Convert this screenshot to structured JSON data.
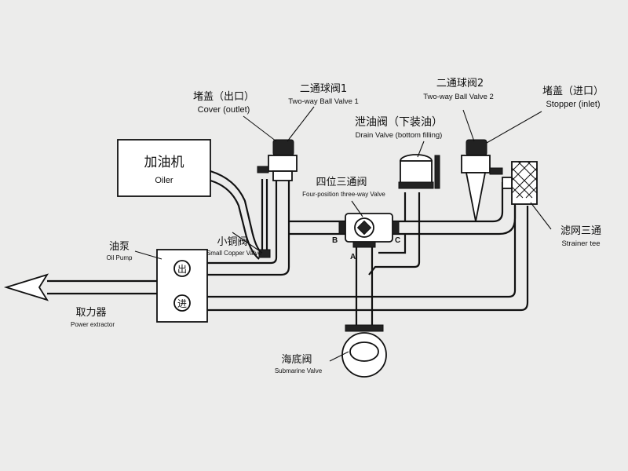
{
  "labels": {
    "cover_outlet": {
      "zh": "堵盖（出口）",
      "en": "Cover (outlet)"
    },
    "ball_valve_1": {
      "zh": "二通球阀1",
      "en": "Two-way Ball Valve 1"
    },
    "ball_valve_2": {
      "zh": "二通球阀2",
      "en": "Two-way Ball Valve 2"
    },
    "stopper_inlet": {
      "zh": "堵盖（进口）",
      "en": "Stopper (inlet)"
    },
    "drain_valve": {
      "zh": "泄油阀（下装油）",
      "en": "Drain Valve (bottom filling)"
    },
    "four_way": {
      "zh": "四位三通阀",
      "en": "Four-position three-way Valve"
    },
    "oiler": {
      "zh": "加油机",
      "en": "Oiler"
    },
    "oil_pump": {
      "zh": "油泵",
      "en": "Oil Pump"
    },
    "copper_valve": {
      "zh": "小铜阀",
      "en": "Small Copper Valve"
    },
    "strainer_tee": {
      "zh": "滤网三通",
      "en": "Strainer tee"
    },
    "power_extractor": {
      "zh": "取力器",
      "en": "Power extractor"
    },
    "submarine_valve": {
      "zh": "海底阀",
      "en": "Submarine Valve"
    }
  },
  "pump_ports": {
    "outlet": "出",
    "inlet": "进"
  },
  "port_letters": {
    "a": "A",
    "b": "B",
    "c": "C"
  },
  "colors": {
    "line": "#111111",
    "background": "#ececeb"
  }
}
